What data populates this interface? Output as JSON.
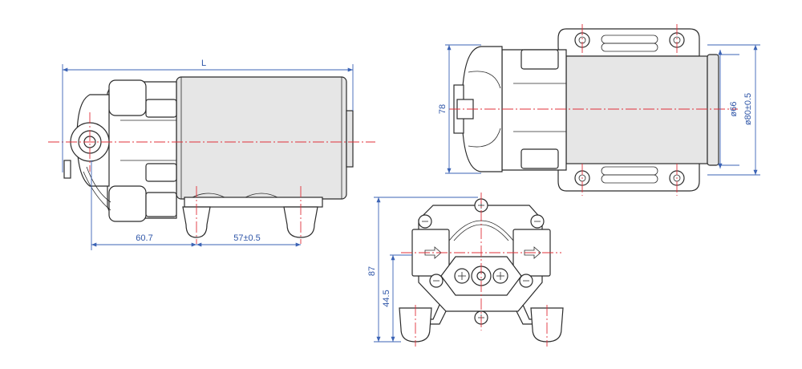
{
  "dimensions": {
    "length": "L",
    "offset": "60.7",
    "mount_spacing": "57±0.5",
    "height": "78",
    "motor_diameter": "ø66",
    "housing_diameter": "ø80±0.5",
    "overall_height": "87",
    "port_height": "44.5"
  },
  "colors": {
    "outline": "#2b2b2b",
    "centerline": "#e0303a",
    "dimension": "#3b63b5",
    "body_fill": "#e6e6e6"
  }
}
